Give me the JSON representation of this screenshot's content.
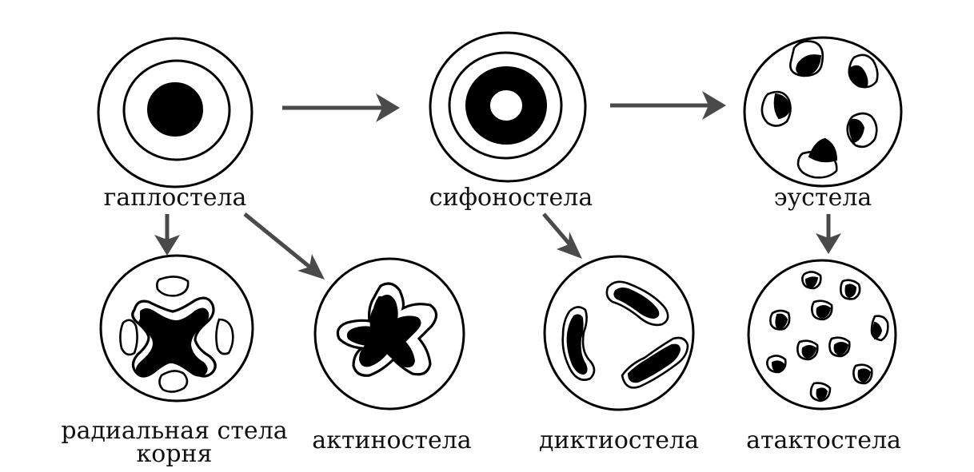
{
  "labels": {
    "haplostele": "гаплостела",
    "siphonostele": "сифоностела",
    "eustele": "эустела",
    "radial_root_stele": "радиальная стела корня",
    "actinostele": "актиностела",
    "dictyostele": "диктиостела",
    "atactostele": "атактостела"
  },
  "relations": [
    {
      "from": "haplostele",
      "to": "siphonostele"
    },
    {
      "from": "siphonostele",
      "to": "eustele"
    },
    {
      "from": "haplostele",
      "to": "radial_root_stele"
    },
    {
      "from": "haplostele",
      "to": "actinostele"
    },
    {
      "from": "siphonostele",
      "to": "dictyostele"
    },
    {
      "from": "eustele",
      "to": "atactostele"
    }
  ],
  "colors": {
    "ink": "#000000",
    "arrow": "#4a4a4a",
    "background": "#ffffff"
  }
}
